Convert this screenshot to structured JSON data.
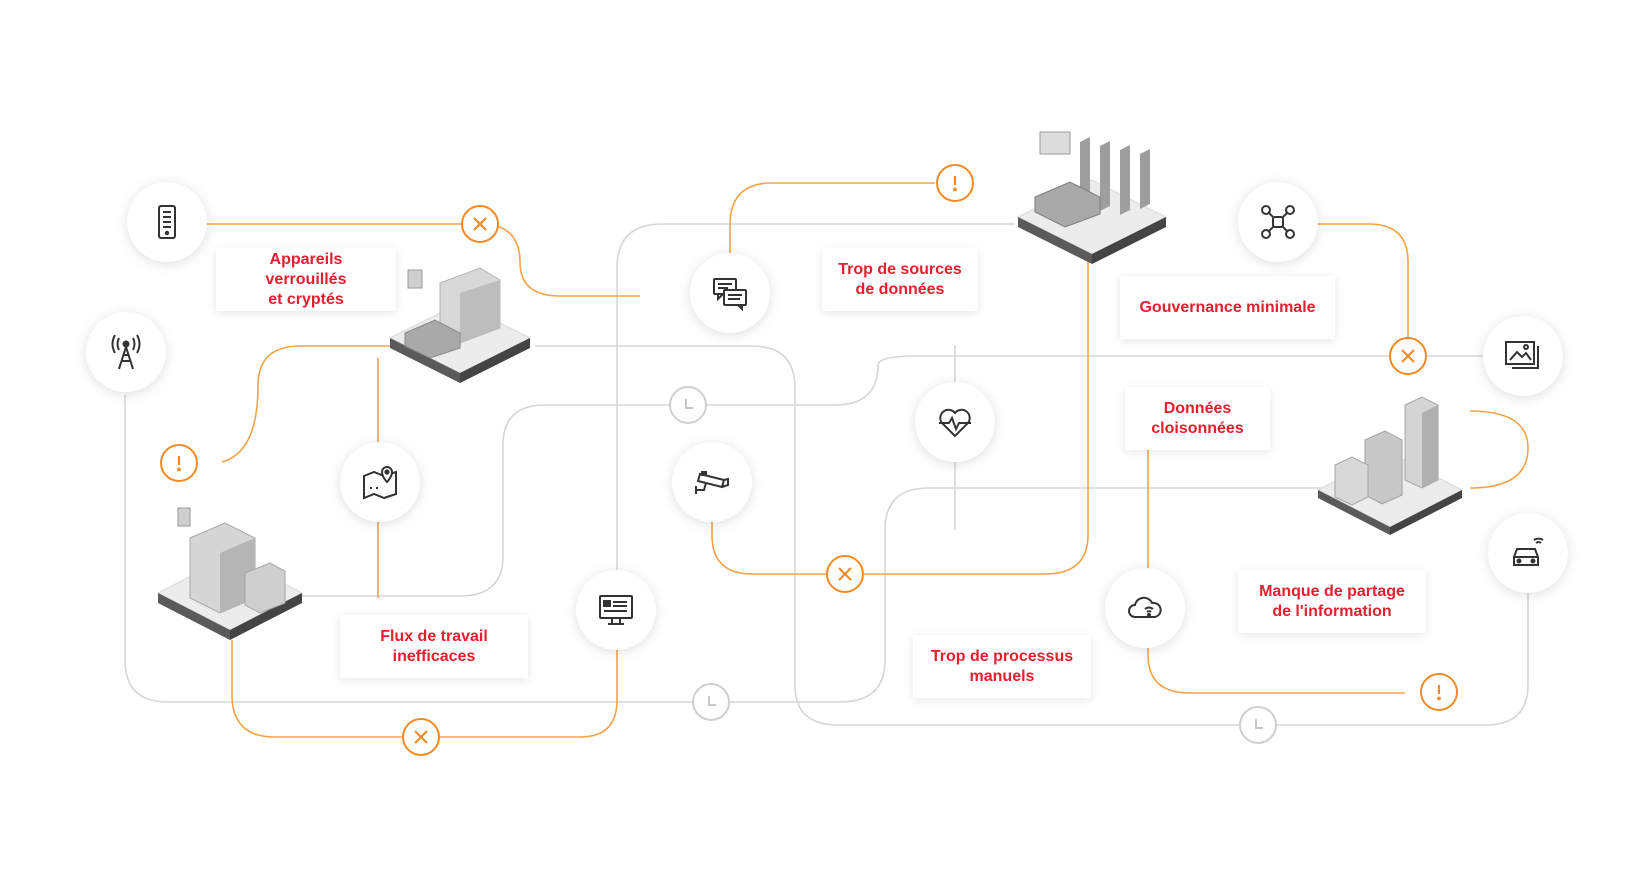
{
  "colors": {
    "accent_line": "#f5a34a",
    "grey_line": "#d6d6d6",
    "label_text": "#e4202f",
    "alert": "#f08a24",
    "clock": "#cfcfcf"
  },
  "labels": {
    "locked_devices": "Appareils verrouillés\net cryptés",
    "too_many_sources": "Trop de sources\nde données",
    "minimal_governance": "Gouvernance minimale",
    "siloed_data": "Données\ncloisonnées",
    "inefficient_workflows": "Flux de travail\ninefficaces",
    "manual_processes": "Trop de processus\nmanuels",
    "lack_of_sharing": "Manque de partage\nde l'information"
  },
  "icons": {
    "mobile": "mobile-phone-icon",
    "tower": "radio-tower-icon",
    "map": "map-pin-icon",
    "chat": "chat-bubbles-icon",
    "camera": "security-camera-icon",
    "monitor": "monitor-icon",
    "heart": "heart-rate-icon",
    "drone": "drone-icon",
    "images": "image-gallery-icon",
    "cloud": "wireless-cloud-icon",
    "car": "connected-car-icon",
    "alert": "exclamation-icon",
    "blocked": "x-icon",
    "clock": "clock-icon"
  }
}
